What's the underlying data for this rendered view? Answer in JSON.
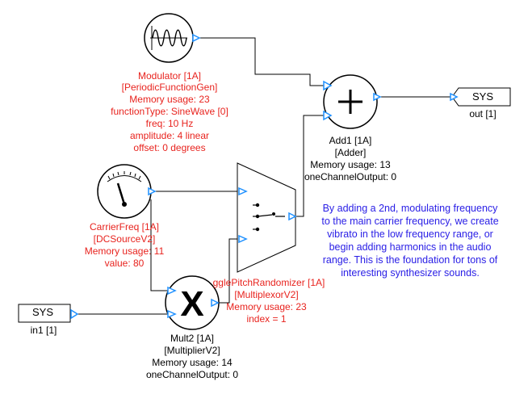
{
  "colors": {
    "module_label": "#e8231e",
    "io_label": "#000000",
    "wire": "#000000",
    "port": "#1e90ff",
    "note": "#2b20e6"
  },
  "modules": {
    "modulator": {
      "icon": "sine-wave-icon",
      "lines": [
        "Modulator [1A]",
        "[PeriodicFunctionGen]",
        "Memory usage: 23",
        "functionType: SineWave [0]",
        "freq: 10 Hz",
        "amplitude: 4 linear",
        "offset: 0 degrees"
      ]
    },
    "add1": {
      "icon": "plus-icon",
      "lines": [
        "Add1 [1A]",
        "[Adder]",
        "Memory usage: 13",
        "oneChannelOutput: 0"
      ]
    },
    "carrier": {
      "icon": "meter-gauge-icon",
      "lines": [
        "CarrierFreq [1A]",
        "[DCSourceV2]",
        "Memory usage: 11",
        "value: 80"
      ]
    },
    "multiplexor": {
      "icon": "switch-icon",
      "lines": [
        "gglePitchRandomizer [1A]",
        "[MultiplexorV2]",
        "Memory usage: 23",
        "index = 1"
      ]
    },
    "mult2": {
      "icon": "multiply-icon",
      "symbol": "X",
      "lines": [
        "Mult2 [1A]",
        "[MultiplierV2]",
        "Memory usage: 14",
        "oneChannelOutput: 0"
      ]
    }
  },
  "io": {
    "out": {
      "tag": "SYS",
      "label": "out [1]"
    },
    "in1": {
      "tag": "SYS",
      "label": "in1 [1]"
    }
  },
  "note": "By adding a 2nd, modulating frequency to the main carrier frequency, we create vibrato in the low frequency range, or begin adding harmonics in the audio range. This is the foundation for tons of interesting synthesizer sounds."
}
